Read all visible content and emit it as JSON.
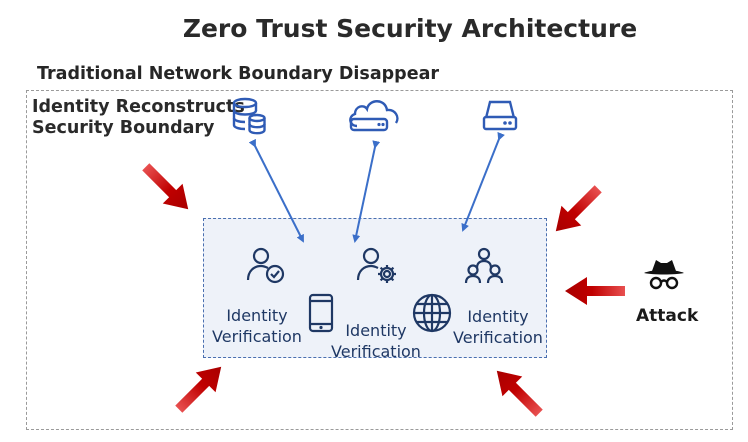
{
  "title": "Zero Trust Security Architecture",
  "subtitle": "Traditional Network Boundary Disappear",
  "identity_boundary": {
    "line1": "Identity Reconstructs",
    "line2": "Security Boundary"
  },
  "verifications": [
    {
      "line1": "Identity",
      "line2": "Verification"
    },
    {
      "line1": "Identity",
      "line2": "Verification"
    },
    {
      "line1": "Identity",
      "line2": "Verification"
    }
  ],
  "attack_label": "Attack",
  "resources": [
    "database-icon",
    "cloud-server-icon",
    "storage-drive-icon"
  ],
  "colors": {
    "icon_blue": "#2f5bb5",
    "label_navy": "#1f3864",
    "arrow_red": "#c00000",
    "inner_fill": "#eef2f9",
    "inner_border": "#4a6fb0"
  }
}
